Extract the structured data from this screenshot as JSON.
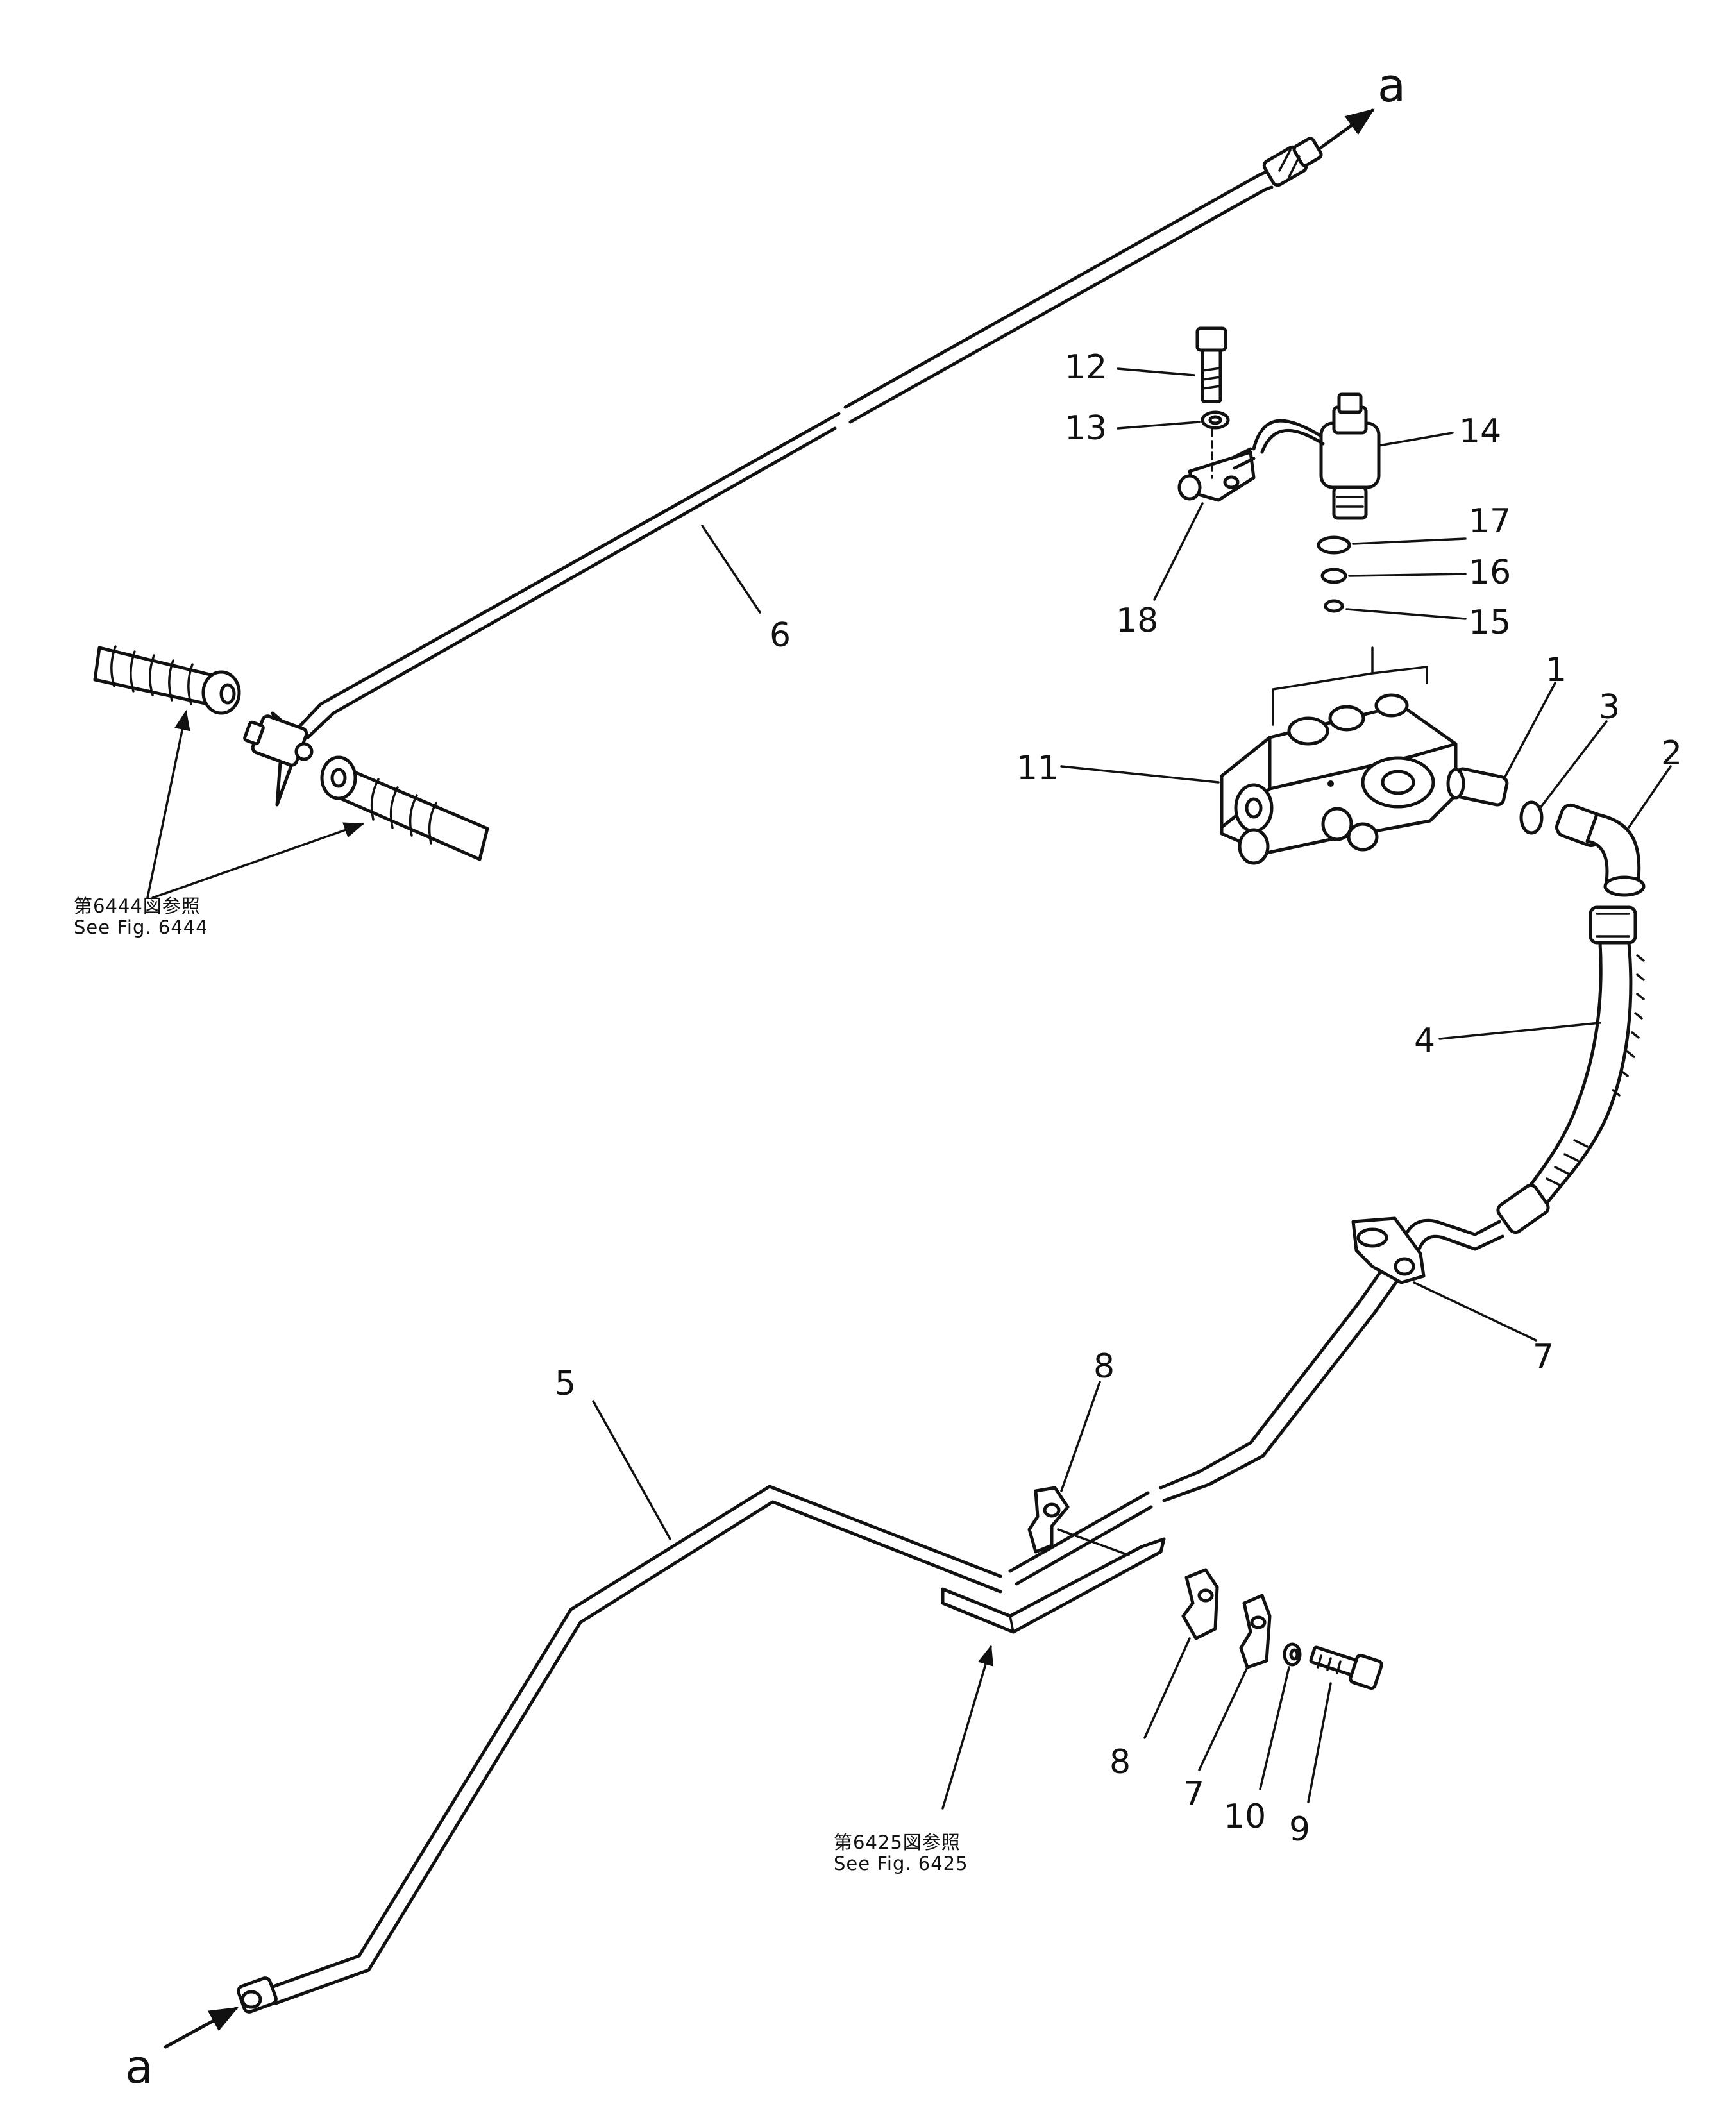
{
  "connection_marks": {
    "top_right": "a",
    "bottom_left": "a"
  },
  "callouts": {
    "c1": "1",
    "c2": "2",
    "c3": "3",
    "c4": "4",
    "c5": "5",
    "c6": "6",
    "c7a": "7",
    "c7b": "7",
    "c8a": "8",
    "c8b": "8",
    "c9": "9",
    "c10": "10",
    "c11": "11",
    "c12": "12",
    "c13": "13",
    "c14": "14",
    "c15": "15",
    "c16": "16",
    "c17": "17",
    "c18": "18"
  },
  "references": {
    "fig6444_jp": "第6444図参照",
    "fig6444_en": "See  Fig.  6444",
    "fig6425_jp": "第6425図参照",
    "fig6425_en": "See  Fig.  6425"
  }
}
